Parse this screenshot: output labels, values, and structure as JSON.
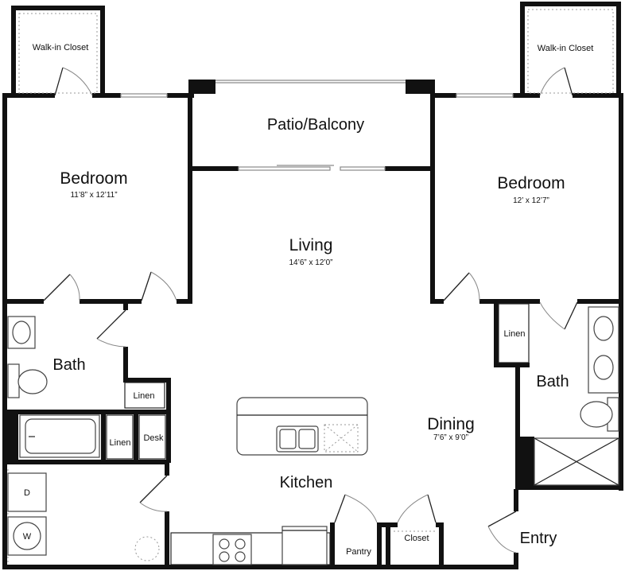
{
  "rooms": {
    "walkin_left": "Walk-in Closet",
    "walkin_right": "Walk-in Closet",
    "patio": "Patio/Balcony",
    "bedroom_left": {
      "name": "Bedroom",
      "dim": "11’8” x 12’11”"
    },
    "bedroom_right": {
      "name": "Bedroom",
      "dim": "12’ x 12’7”"
    },
    "living": {
      "name": "Living",
      "dim": "14’6” x 12’0”"
    },
    "bath_left": "Bath",
    "bath_right": "Bath",
    "linen_upper": "Linen",
    "linen_lower": "Linen",
    "linen_right": "Linen",
    "desk": "Desk",
    "dining": {
      "name": "Dining",
      "dim": "7’6” x 9’0”"
    },
    "kitchen": "Kitchen",
    "pantry": "Pantry",
    "closet": "Closet",
    "entry": "Entry"
  },
  "appliances": {
    "dryer": "D",
    "washer": "W"
  }
}
